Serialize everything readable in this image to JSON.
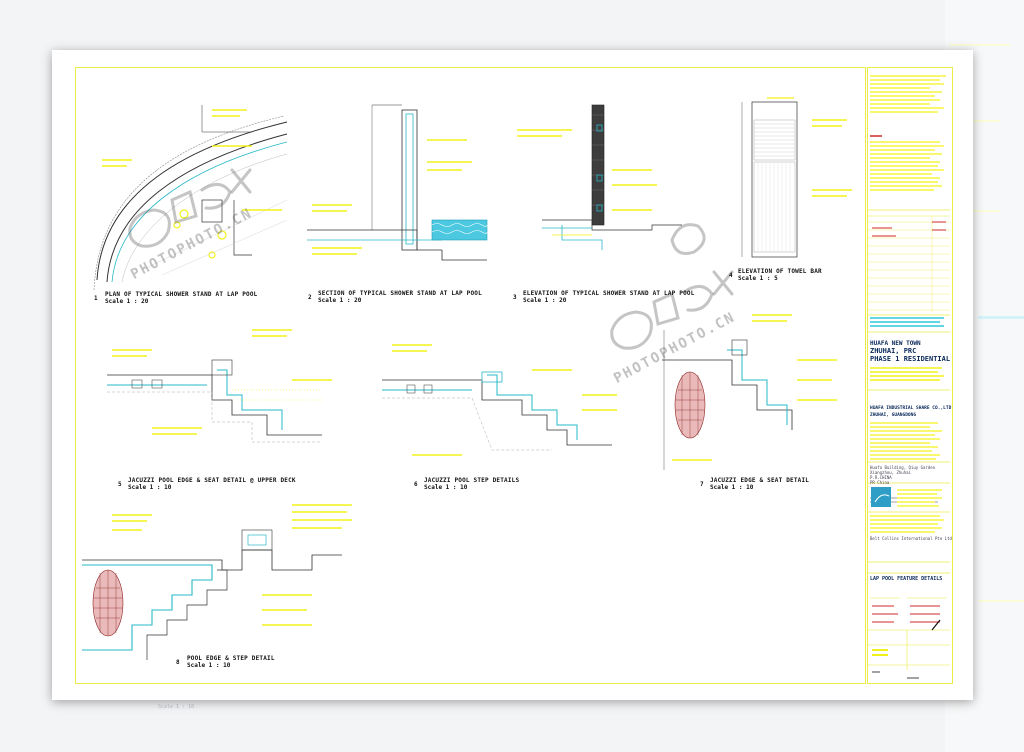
{
  "details": [
    {
      "num": "1",
      "title": "PLAN OF TYPICAL SHOWER STAND AT LAP POOL",
      "scale": "Scale 1 : 20"
    },
    {
      "num": "2",
      "title": "SECTION OF TYPICAL SHOWER STAND AT LAP POOL",
      "scale": "Scale 1 : 20"
    },
    {
      "num": "3",
      "title": "ELEVATION OF TYPICAL SHOWER STAND AT LAP POOL",
      "scale": "Scale 1 : 20"
    },
    {
      "num": "4",
      "title": "ELEVATION OF TOWEL BAR",
      "scale": "Scale 1 : 5"
    },
    {
      "num": "5",
      "title": "JACUZZI POOL EDGE & SEAT DETAIL @ UPPER DECK",
      "scale": "Scale 1 : 10"
    },
    {
      "num": "6",
      "title": "JACUZZI POOL STEP DETAILS",
      "scale": "Scale 1 : 10"
    },
    {
      "num": "7",
      "title": "JACUZZI EDGE & SEAT DETAIL",
      "scale": "Scale 1 : 10"
    },
    {
      "num": "8",
      "title": "POOL EDGE & STEP DETAIL",
      "scale": "Scale 1 : 10"
    }
  ],
  "title_block": {
    "project_1": "HUAFA NEW TOWN",
    "project_2": "ZHUHAI, PRC",
    "project_3": "PHASE 1 RESIDENTIAL",
    "client_1": "HUAFA INDUSTRIAL SHARE CO.,LTD",
    "client_2": "ZHUHAI, GUANGDONG",
    "address_1": "Huafa Building, Qiuy Garden",
    "address_2": "Xiangzhou, Zhuhai",
    "address_3": "P.R.CHINA",
    "address_4": "PR China",
    "consultant": "Belt Collins International Pte Ltd",
    "drawing_title": "LAP POOL FEATURE DETAILS"
  },
  "watermark": {
    "brand": "PHOTOPHOTO.CN"
  },
  "ghost": {
    "scale_left": "Scale 1 : 10"
  },
  "colors": {
    "annotation": "#f2f21a",
    "water": "#2ec8d8",
    "frame": "#ecec46",
    "hatch_red": "#c23a3a"
  }
}
